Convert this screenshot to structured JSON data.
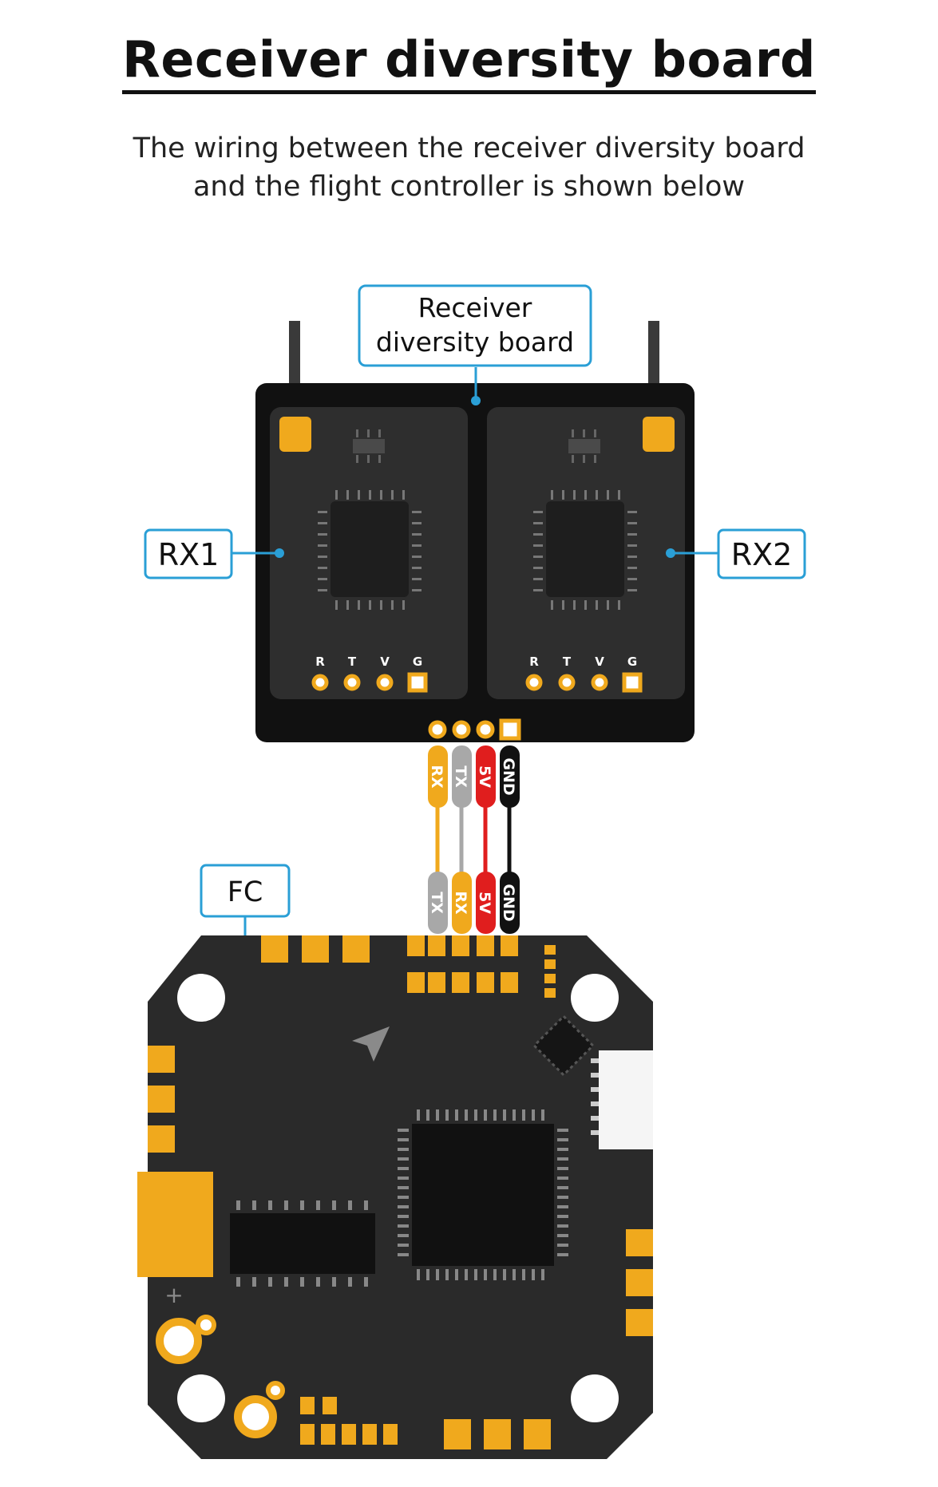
{
  "title": "Receiver diversity board",
  "subtitle_line1": "The wiring between the receiver diversity board",
  "subtitle_line2": "and the flight controller is shown below",
  "callouts": {
    "board_line1": "Receiver",
    "board_line2": "diversity board",
    "rx1": "RX1",
    "rx2": "RX2",
    "fc": "FC"
  },
  "rx_pins": [
    "R",
    "T",
    "V",
    "G"
  ],
  "wires_top": [
    "RX",
    "TX",
    "5V",
    "GND"
  ],
  "wires_bottom": [
    "TX",
    "RX",
    "5V",
    "GND"
  ],
  "fc_plus": "+",
  "colors": {
    "accent": "#2a9fd6",
    "pad": "#f0a91d",
    "board": "#111111",
    "fc_board": "#2a2a2a",
    "wire_yellow": "#f0a91d",
    "wire_gray": "#a8a8a8",
    "wire_red": "#e01e1e",
    "wire_black": "#111111"
  }
}
